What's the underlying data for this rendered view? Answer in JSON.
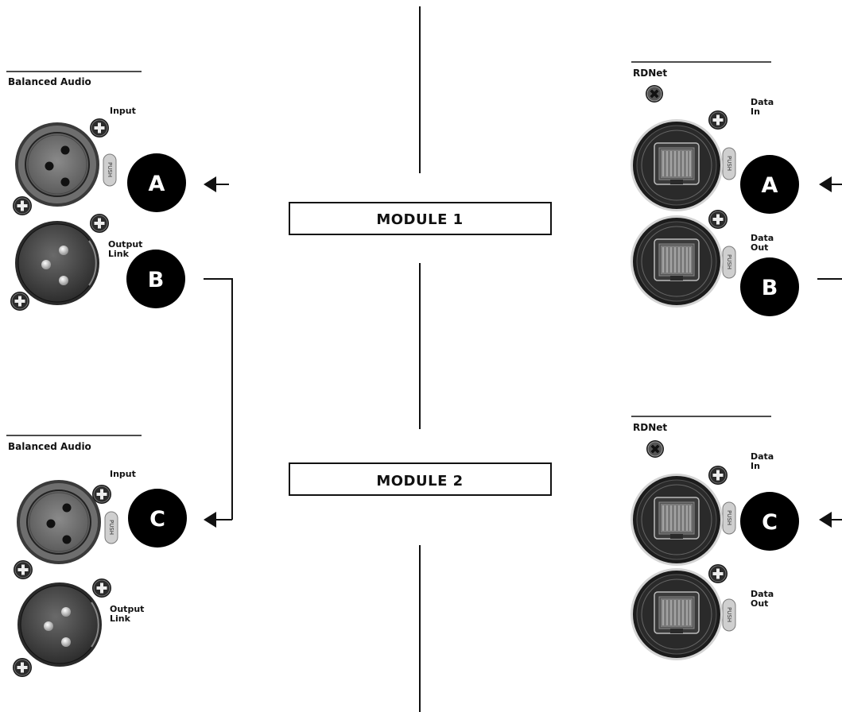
{
  "modules": [
    {
      "label": "MODULE 1"
    },
    {
      "label": "MODULE 2"
    }
  ],
  "audio_panels": [
    {
      "header": "Balanced Audio",
      "input_label": "Input",
      "output_label_1": "Output",
      "output_label_2": "Link",
      "push_label": "PUSH",
      "badges": [
        "A",
        "B"
      ]
    },
    {
      "header": "Balanced Audio",
      "input_label": "Input",
      "output_label_1": "Output",
      "output_label_2": "Link",
      "push_label": "PUSH",
      "badges": [
        "C"
      ]
    }
  ],
  "rdnet_panels": [
    {
      "header": "RDNet",
      "data_in_1": "Data",
      "data_in_2": "In",
      "data_out_1": "Data",
      "data_out_2": "Out",
      "push_label": "PUSH",
      "badges": [
        "A",
        "B"
      ]
    },
    {
      "header": "RDNet",
      "data_in_1": "Data",
      "data_in_2": "In",
      "data_out_1": "Data",
      "data_out_2": "Out",
      "push_label": "PUSH",
      "badges": [
        "C"
      ]
    }
  ],
  "icons": {
    "screw": "plus-screw-icon",
    "locking_screw": "x-screw-icon",
    "arrow": "arrow-left-icon"
  }
}
